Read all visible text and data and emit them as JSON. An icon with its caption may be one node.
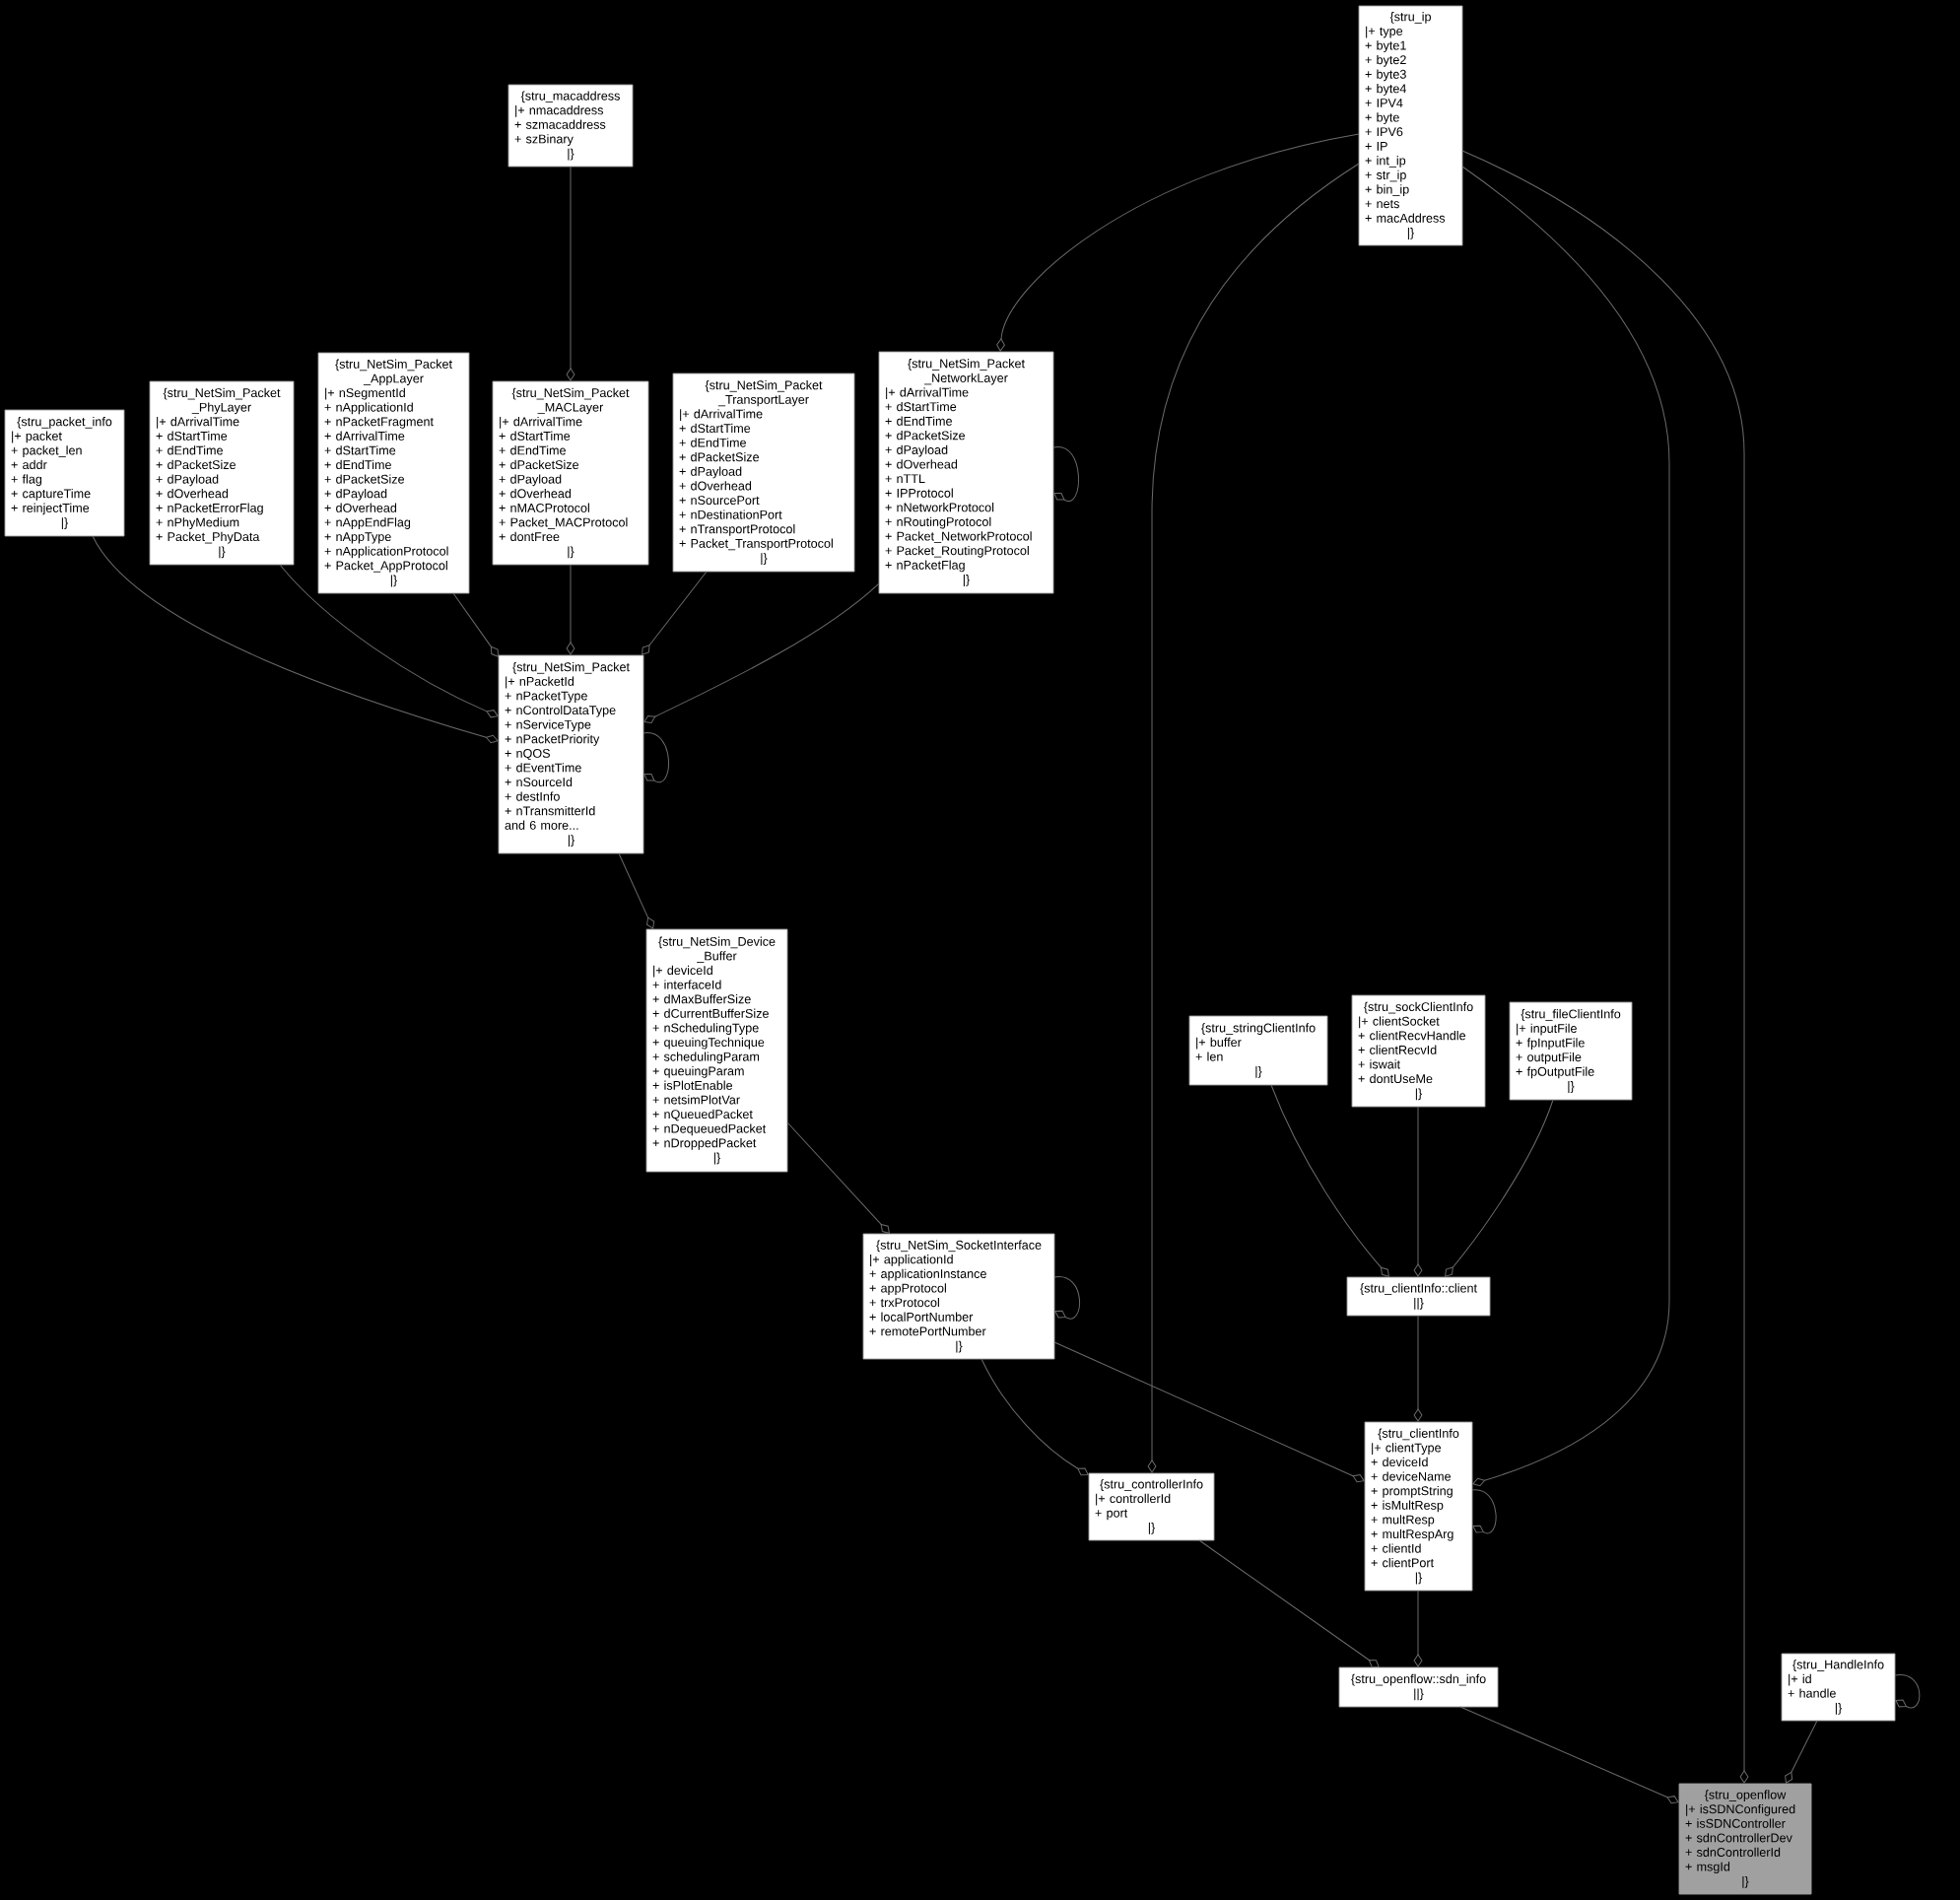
{
  "diagram": {
    "nodes": [
      {
        "text": [
          "{stru_macaddress",
          "|+ nmacaddress",
          "+ szmacaddress",
          "+ szBinary",
          "|}"
        ]
      },
      {
        "text": [
          "{stru_ip",
          "|+ type",
          "+ byte1",
          "+ byte2",
          "+ byte3",
          "+ byte4",
          "+ IPV4",
          "+ byte",
          "+ IPV6",
          "+ IP",
          "+ int_ip",
          "+ str_ip",
          "+ bin_ip",
          "+ nets",
          "+ macAddress",
          "|}"
        ]
      },
      {
        "text": [
          "{stru_packet_info",
          "|+ packet",
          "+ packet_len",
          "+ addr",
          "+ flag",
          "+ captureTime",
          "+ reinjectTime",
          "|}"
        ]
      },
      {
        "text": [
          "{stru_NetSim_Packet _PhyLayer",
          "|+ dArrivalTime",
          "+ dStartTime",
          "+ dEndTime",
          "+ dPacketSize",
          "+ dPayload",
          "+ dOverhead",
          "+ nPacketErrorFlag",
          "+ nPhyMedium",
          "+ Packet_PhyData",
          "|}"
        ]
      },
      {
        "text": [
          "{stru_NetSim_Packet _AppLayer",
          "|+ nSegmentId",
          "+ nApplicationId",
          "+ nPacketFragment",
          "+ dArrivalTime",
          "+ dStartTime",
          "+ dEndTime",
          "+ dPacketSize",
          "+ dPayload",
          "+ dOverhead",
          "+ nAppEndFlag",
          "+ nAppType",
          "+ nApplicationProtocol",
          "+ Packet_AppProtocol",
          "|}"
        ]
      },
      {
        "text": [
          "{stru_NetSim_Packet _MACLayer",
          "|+ dArrivalTime",
          "+ dStartTime",
          "+ dEndTime",
          "+ dPacketSize",
          "+ dPayload",
          "+ dOverhead",
          "+ nMACProtocol",
          "+ Packet_MACProtocol",
          "+ dontFree",
          "|}"
        ]
      },
      {
        "text": [
          "{stru_NetSim_Packet _TransportLayer",
          "|+ dArrivalTime",
          "+ dStartTime",
          "+ dEndTime",
          "+ dPacketSize",
          "+ dPayload",
          "+ dOverhead",
          "+ nSourcePort",
          "+ nDestinationPort",
          "+ nTransportProtocol",
          "+ Packet_TransportProtocol",
          "|}"
        ]
      },
      {
        "text": [
          "{stru_NetSim_Packet _NetworkLayer",
          "|+ dArrivalTime",
          "+ dStartTime",
          "+ dEndTime",
          "+ dPacketSize",
          "+ dPayload",
          "+ dOverhead",
          "+ nTTL",
          "+ IPProtocol",
          "+ nNetworkProtocol",
          "+ nRoutingProtocol",
          "+ Packet_NetworkProtocol",
          "+ Packet_RoutingProtocol",
          "+ nPacketFlag",
          "|}"
        ]
      },
      {
        "text": [
          "{stru_NetSim_Packet",
          "|+ nPacketId",
          "+ nPacketType",
          "+ nControlDataType",
          "+ nServiceType",
          "+ nPacketPriority",
          "+ nQOS",
          "+ dEventTime",
          "+ nSourceId",
          "+ destInfo",
          "+ nTransmitterId",
          "and 6 more...",
          "|}"
        ]
      },
      {
        "text": [
          "{stru_NetSim_Device _Buffer",
          "|+ deviceId",
          "+ interfaceId",
          "+ dMaxBufferSize",
          "+ dCurrentBufferSize",
          "+ nSchedulingType",
          "+ queuingTechnique",
          "+ schedulingParam",
          "+ queuingParam",
          "+ isPlotEnable",
          "+ netsimPlotVar",
          "+ nQueuedPacket",
          "+ nDequeuedPacket",
          "+ nDroppedPacket",
          "|}"
        ]
      },
      {
        "text": [
          "{stru_stringClientInfo",
          "|+ buffer",
          "+ len",
          "|}"
        ]
      },
      {
        "text": [
          "{stru_sockClientInfo",
          "|+ clientSocket",
          "+ clientRecvHandle",
          "+ clientRecvId",
          "+ iswait",
          "+ dontUseMe",
          "|}"
        ]
      },
      {
        "text": [
          "{stru_fileClientInfo",
          "|+ inputFile",
          "+ fpInputFile",
          "+ outputFile",
          "+ fpOutputFile",
          "|}"
        ]
      },
      {
        "text": [
          "{stru_NetSim_SocketInterface",
          "|+ applicationId",
          "+ applicationInstance",
          "+ appProtocol",
          "+ trxProtocol",
          "+ localPortNumber",
          "+ remotePortNumber",
          "|}"
        ]
      },
      {
        "text": [
          "{stru_clientInfo::client",
          "||}"
        ]
      },
      {
        "text": [
          "{stru_clientInfo",
          "|+ clientType",
          "+ deviceId",
          "+ deviceName",
          "+ promptString",
          "+ isMultResp",
          "+ multResp",
          "+ multRespArg",
          "+ clientId",
          "+ clientPort",
          "|}"
        ]
      },
      {
        "text": [
          "{stru_controllerInfo",
          "|+ controllerId",
          "+ port",
          "|}"
        ]
      },
      {
        "text": [
          "{stru_openflow::sdn_info",
          "||}"
        ]
      },
      {
        "text": [
          "{stru_HandleInfo",
          "|+ id",
          "+ handle",
          "|}"
        ]
      },
      {
        "text": [
          "{stru_openflow",
          "|+ isSDNConfigured",
          "+ isSDNController",
          "+ sdnControllerDev",
          "+ sdnControllerId",
          "+ msgId",
          "|}"
        ]
      }
    ],
    "edges": [
      {
        "from": 0,
        "to": 5,
        "arrow": "other"
      },
      {
        "from": 1,
        "to": 7,
        "arrow": "other"
      },
      {
        "from": 7,
        "to": 7,
        "arrow": "other"
      },
      {
        "from": 2,
        "to": 8,
        "arrow": "other"
      },
      {
        "from": 3,
        "to": 8,
        "arrow": "other"
      },
      {
        "from": 4,
        "to": 8,
        "arrow": "other"
      },
      {
        "from": 5,
        "to": 8,
        "arrow": "other"
      },
      {
        "from": 6,
        "to": 8,
        "arrow": "other"
      },
      {
        "from": 7,
        "to": 8,
        "arrow": "other"
      },
      {
        "from": 8,
        "to": 8,
        "arrow": "other"
      },
      {
        "from": 8,
        "to": 9,
        "arrow": "other"
      },
      {
        "from": 9,
        "to": 13,
        "arrow": "other"
      },
      {
        "from": 13,
        "to": 13,
        "arrow": "other"
      },
      {
        "from": 10,
        "to": 14,
        "arrow": "other"
      },
      {
        "from": 11,
        "to": 14,
        "arrow": "other"
      },
      {
        "from": 12,
        "to": 14,
        "arrow": "other"
      },
      {
        "from": 1,
        "to": 16,
        "arrow": "other"
      },
      {
        "from": 1,
        "to": 15,
        "arrow": "other"
      },
      {
        "from": 1,
        "to": 19,
        "arrow": "other"
      },
      {
        "from": 13,
        "to": 16,
        "arrow": "other"
      },
      {
        "from": 13,
        "to": 15,
        "arrow": "other"
      },
      {
        "from": 14,
        "to": 15,
        "arrow": "other"
      },
      {
        "from": 15,
        "to": 15,
        "arrow": "other"
      },
      {
        "from": 16,
        "to": 17,
        "arrow": "other"
      },
      {
        "from": 15,
        "to": 17,
        "arrow": "other"
      },
      {
        "from": 17,
        "to": 19,
        "arrow": "other"
      },
      {
        "from": 18,
        "to": 19,
        "arrow": "other"
      },
      {
        "from": 18,
        "to": 18,
        "arrow": "other"
      }
    ]
  }
}
